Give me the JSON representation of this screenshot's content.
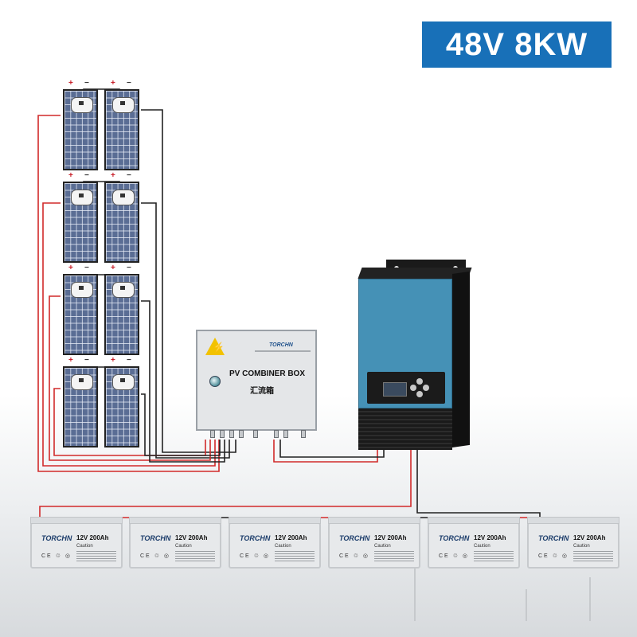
{
  "banner": {
    "text": "48V 8KW"
  },
  "colors": {
    "banner_bg": "#1870b8",
    "wire_positive": "#d12a2a",
    "wire_negative": "#222222",
    "inverter_blue": "#4591b6"
  },
  "panels": {
    "polarity_positive": "+",
    "polarity_negative": "−"
  },
  "combiner": {
    "brand": "TORCHN",
    "title_en": "PV COMBINER BOX",
    "title_cn": "汇流箱",
    "warning_icon": "lightning-warning-icon"
  },
  "batteries": {
    "brand": "TORCHN",
    "spec": "12V 200Ah",
    "caution": "Caution",
    "certs": "CE ♲ ◎"
  }
}
